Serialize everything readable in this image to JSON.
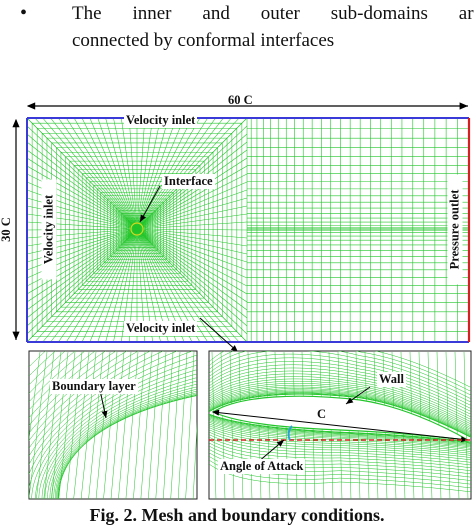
{
  "bullet": {
    "line1": "The inner and outer sub-domains are",
    "line2": "connected by conformal interfaces"
  },
  "figure": {
    "dim_width": "60 C",
    "dim_height": "30 C",
    "label_velocity_inlet_top": "Velocity inlet",
    "label_velocity_inlet_bottom": "Velocity inlet",
    "label_velocity_inlet_left": "Velocity inlet",
    "label_pressure_outlet": "Pressure outlet",
    "label_interface": "Interface",
    "label_boundary_layer": "Boundary layer",
    "label_wall": "Wall",
    "label_chord": "C",
    "label_angle_of_attack": "Angle of Attack",
    "colors": {
      "mesh": "#22c52a",
      "inlet_boundary": "#3a3ad8",
      "outlet_boundary": "#d62020",
      "chord_line": "#d62020",
      "angle_arc": "#2aa0d8",
      "interface_circle": "#d8d820"
    }
  },
  "caption": "Fig. 2. Mesh and boundary conditions."
}
